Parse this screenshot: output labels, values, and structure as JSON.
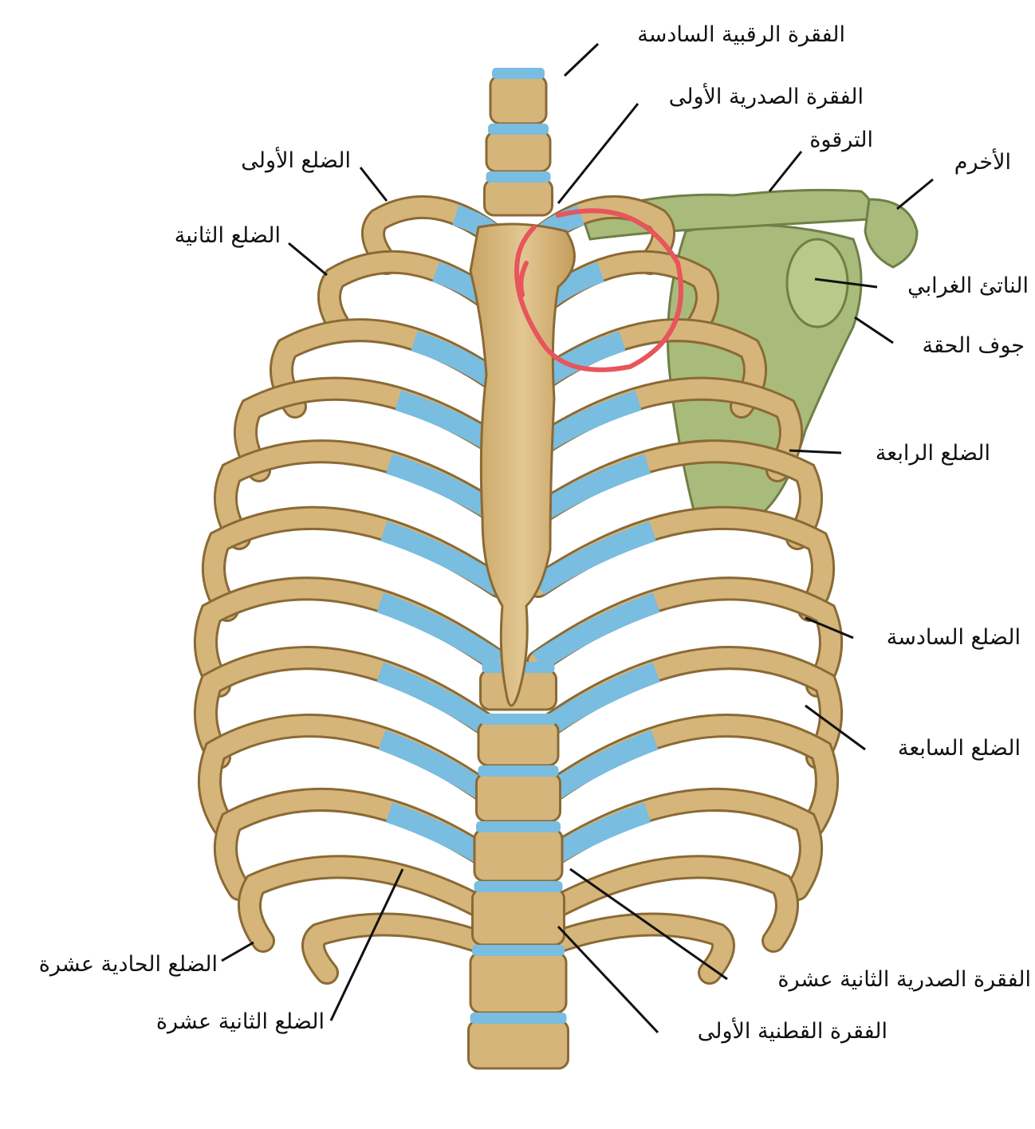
{
  "labels": {
    "c6": "الفقرة الرقبية السادسة",
    "t1": "الفقرة الصدرية الأولى",
    "clavicle": "الترقوة",
    "acromion": "الأخرم",
    "rib1": "الضلع الأولى",
    "rib2": "الضلع الثانية",
    "coracoid": "الناتئ الغرابي",
    "glenoid": "جوف الحقة",
    "rib4": "الضلع الرابعة",
    "rib6": "الضلع السادسة",
    "rib7": "الضلع السابعة",
    "rib11": "الضلع الحادية عشرة",
    "rib12": "الضلع الثانية عشرة",
    "t12": "الفقرة الصدرية الثانية عشرة",
    "l1": "الفقرة القطنية الأولى"
  },
  "colors": {
    "bone": "#d6b57a",
    "bone_edge": "#8a6a35",
    "cartilage": "#79bde0",
    "scapula": "#a9bb7a",
    "highlight": "#e8555c",
    "text": "#111111"
  }
}
